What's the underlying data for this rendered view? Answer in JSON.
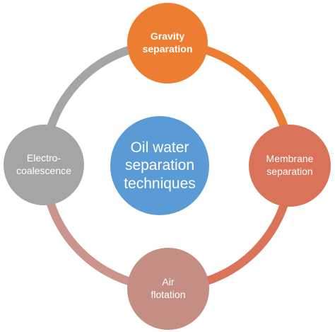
{
  "diagram": {
    "center": {
      "label": "Oil water\nseparation\ntechniques",
      "color": "#5B9BD5"
    },
    "nodes": [
      {
        "id": "gravity",
        "label": "Gravity\nseparation",
        "color": "#ED7D31"
      },
      {
        "id": "membrane",
        "label": "Membrane\nseparation",
        "color": "#D9735A"
      },
      {
        "id": "air",
        "label": "Air\nflotation",
        "color": "#C48E85"
      },
      {
        "id": "electro",
        "label": "Electro-\ncoalescence",
        "color": "#A5A5A5"
      }
    ],
    "arcs": [
      {
        "from": "gravity",
        "to": "membrane",
        "color": "#ED7D31"
      },
      {
        "from": "membrane",
        "to": "air",
        "color": "#D9735A"
      },
      {
        "from": "air",
        "to": "electro",
        "color": "#C9958C"
      },
      {
        "from": "electro",
        "to": "gravity",
        "color": "#A5A5A5"
      }
    ]
  }
}
